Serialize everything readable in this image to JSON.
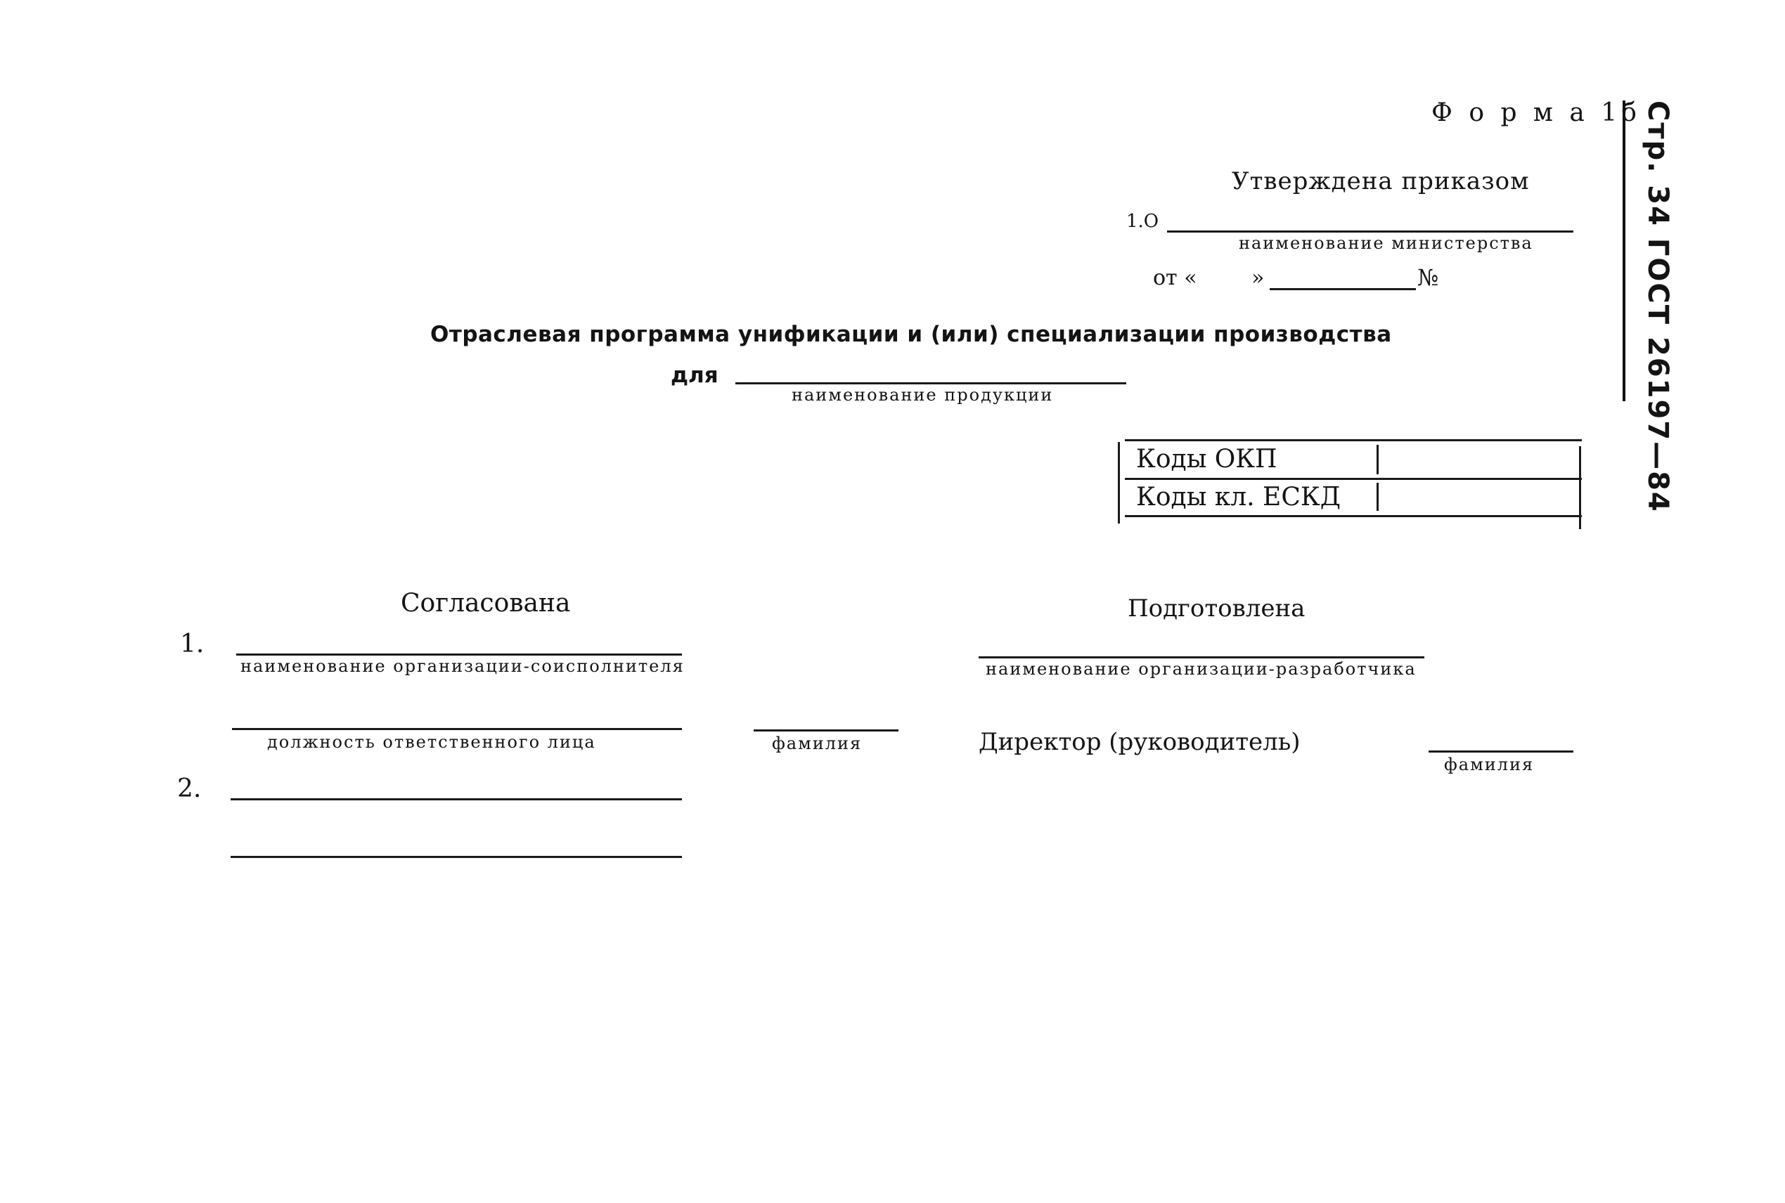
{
  "header": {
    "form_label": "Ф о р м а  1б",
    "approved": "Утверждена приказом",
    "org_prefix": "1.О",
    "ministry_caption": "наименование министерства",
    "date_from": "от «",
    "date_close": "»",
    "number_sign": "№"
  },
  "vertical_header": "Стр. 34 ГОСТ 26197—84",
  "title": {
    "line1": "Отраслевая программа унификации и (или) специализации производства",
    "for_label": "для",
    "product_caption": "наименование продукции"
  },
  "codes_table": {
    "rows": [
      {
        "label": "Коды ОКП",
        "value": ""
      },
      {
        "label": "Коды кл. ЕСКД",
        "value": ""
      }
    ]
  },
  "agreed": {
    "heading": "Согласована",
    "item1_number": "1.",
    "item1_org_caption": "наименование организации-соисполнителя",
    "item1_position_caption": "должность ответственного лица",
    "item1_surname_caption": "фамилия",
    "item2_number": "2."
  },
  "prepared": {
    "heading": "Подготовлена",
    "org_caption": "наименование организации-разработчика",
    "director_label": "Директор (руководитель)",
    "surname_caption": "фамилия"
  }
}
